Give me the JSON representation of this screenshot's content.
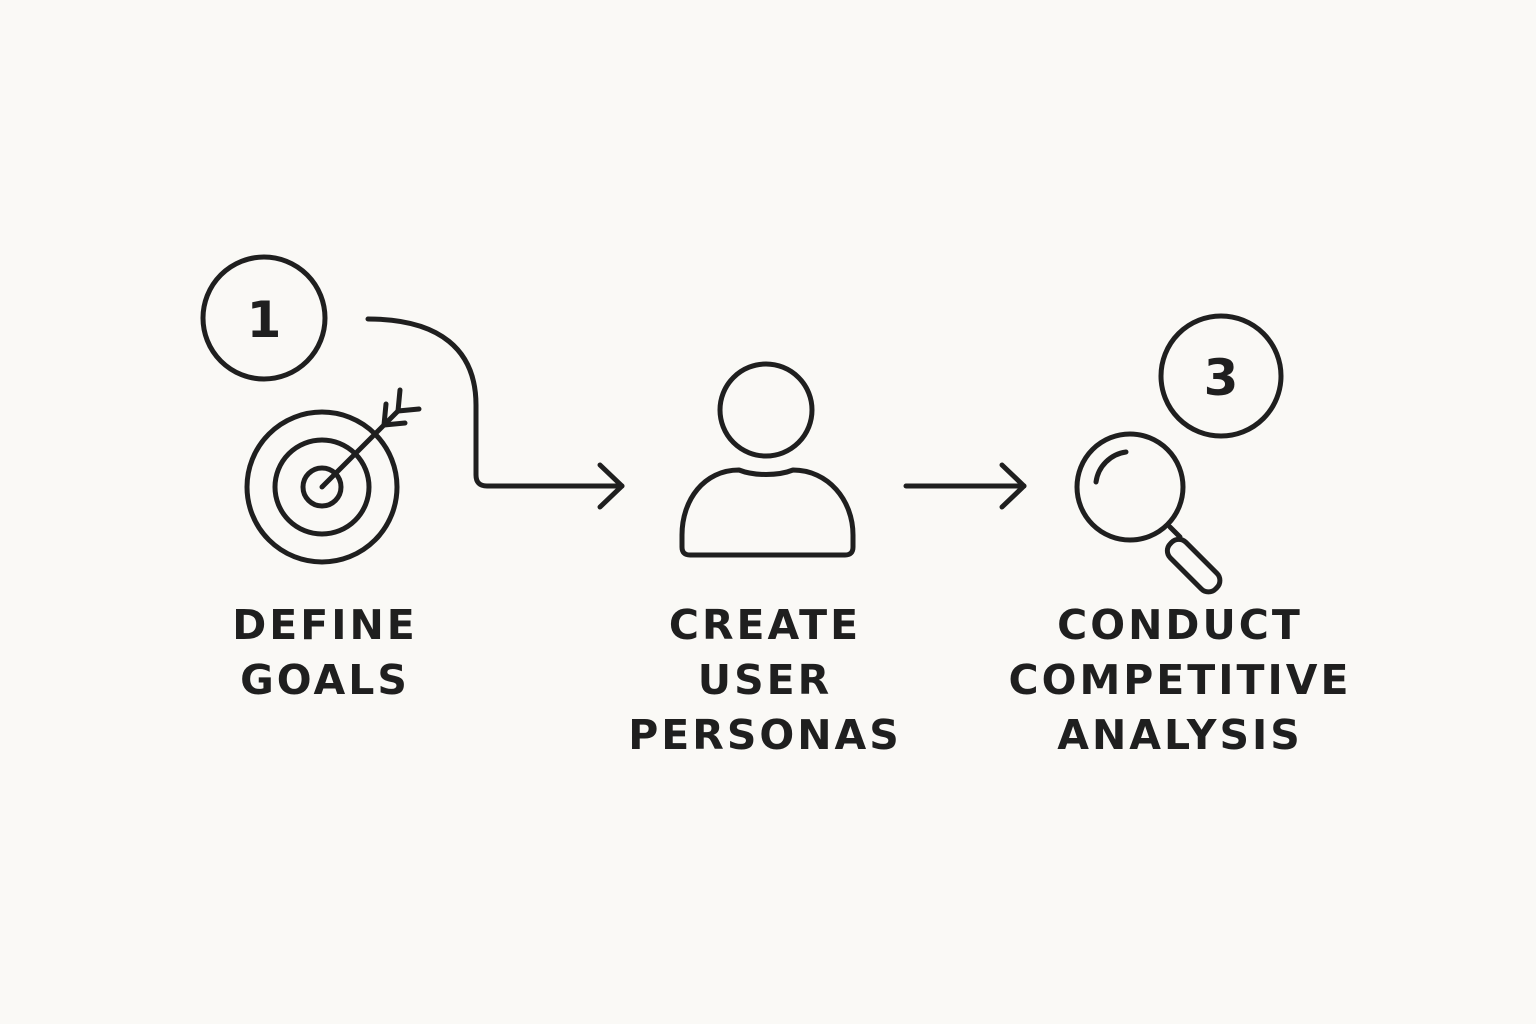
{
  "steps": [
    {
      "number": "1",
      "icon": "target-with-arrow",
      "label_lines": [
        "DEFINE",
        "GOALS"
      ]
    },
    {
      "number": "",
      "icon": "user-person",
      "label_lines": [
        "CREATE",
        "USER",
        "PERSONAS"
      ]
    },
    {
      "number": "3",
      "icon": "magnifying-glass",
      "label_lines": [
        "CONDUCT",
        "COMPETITIVE",
        "ANALYSIS"
      ]
    }
  ],
  "colors": {
    "background": "#faf9f6",
    "ink": "#1f1f1f"
  }
}
